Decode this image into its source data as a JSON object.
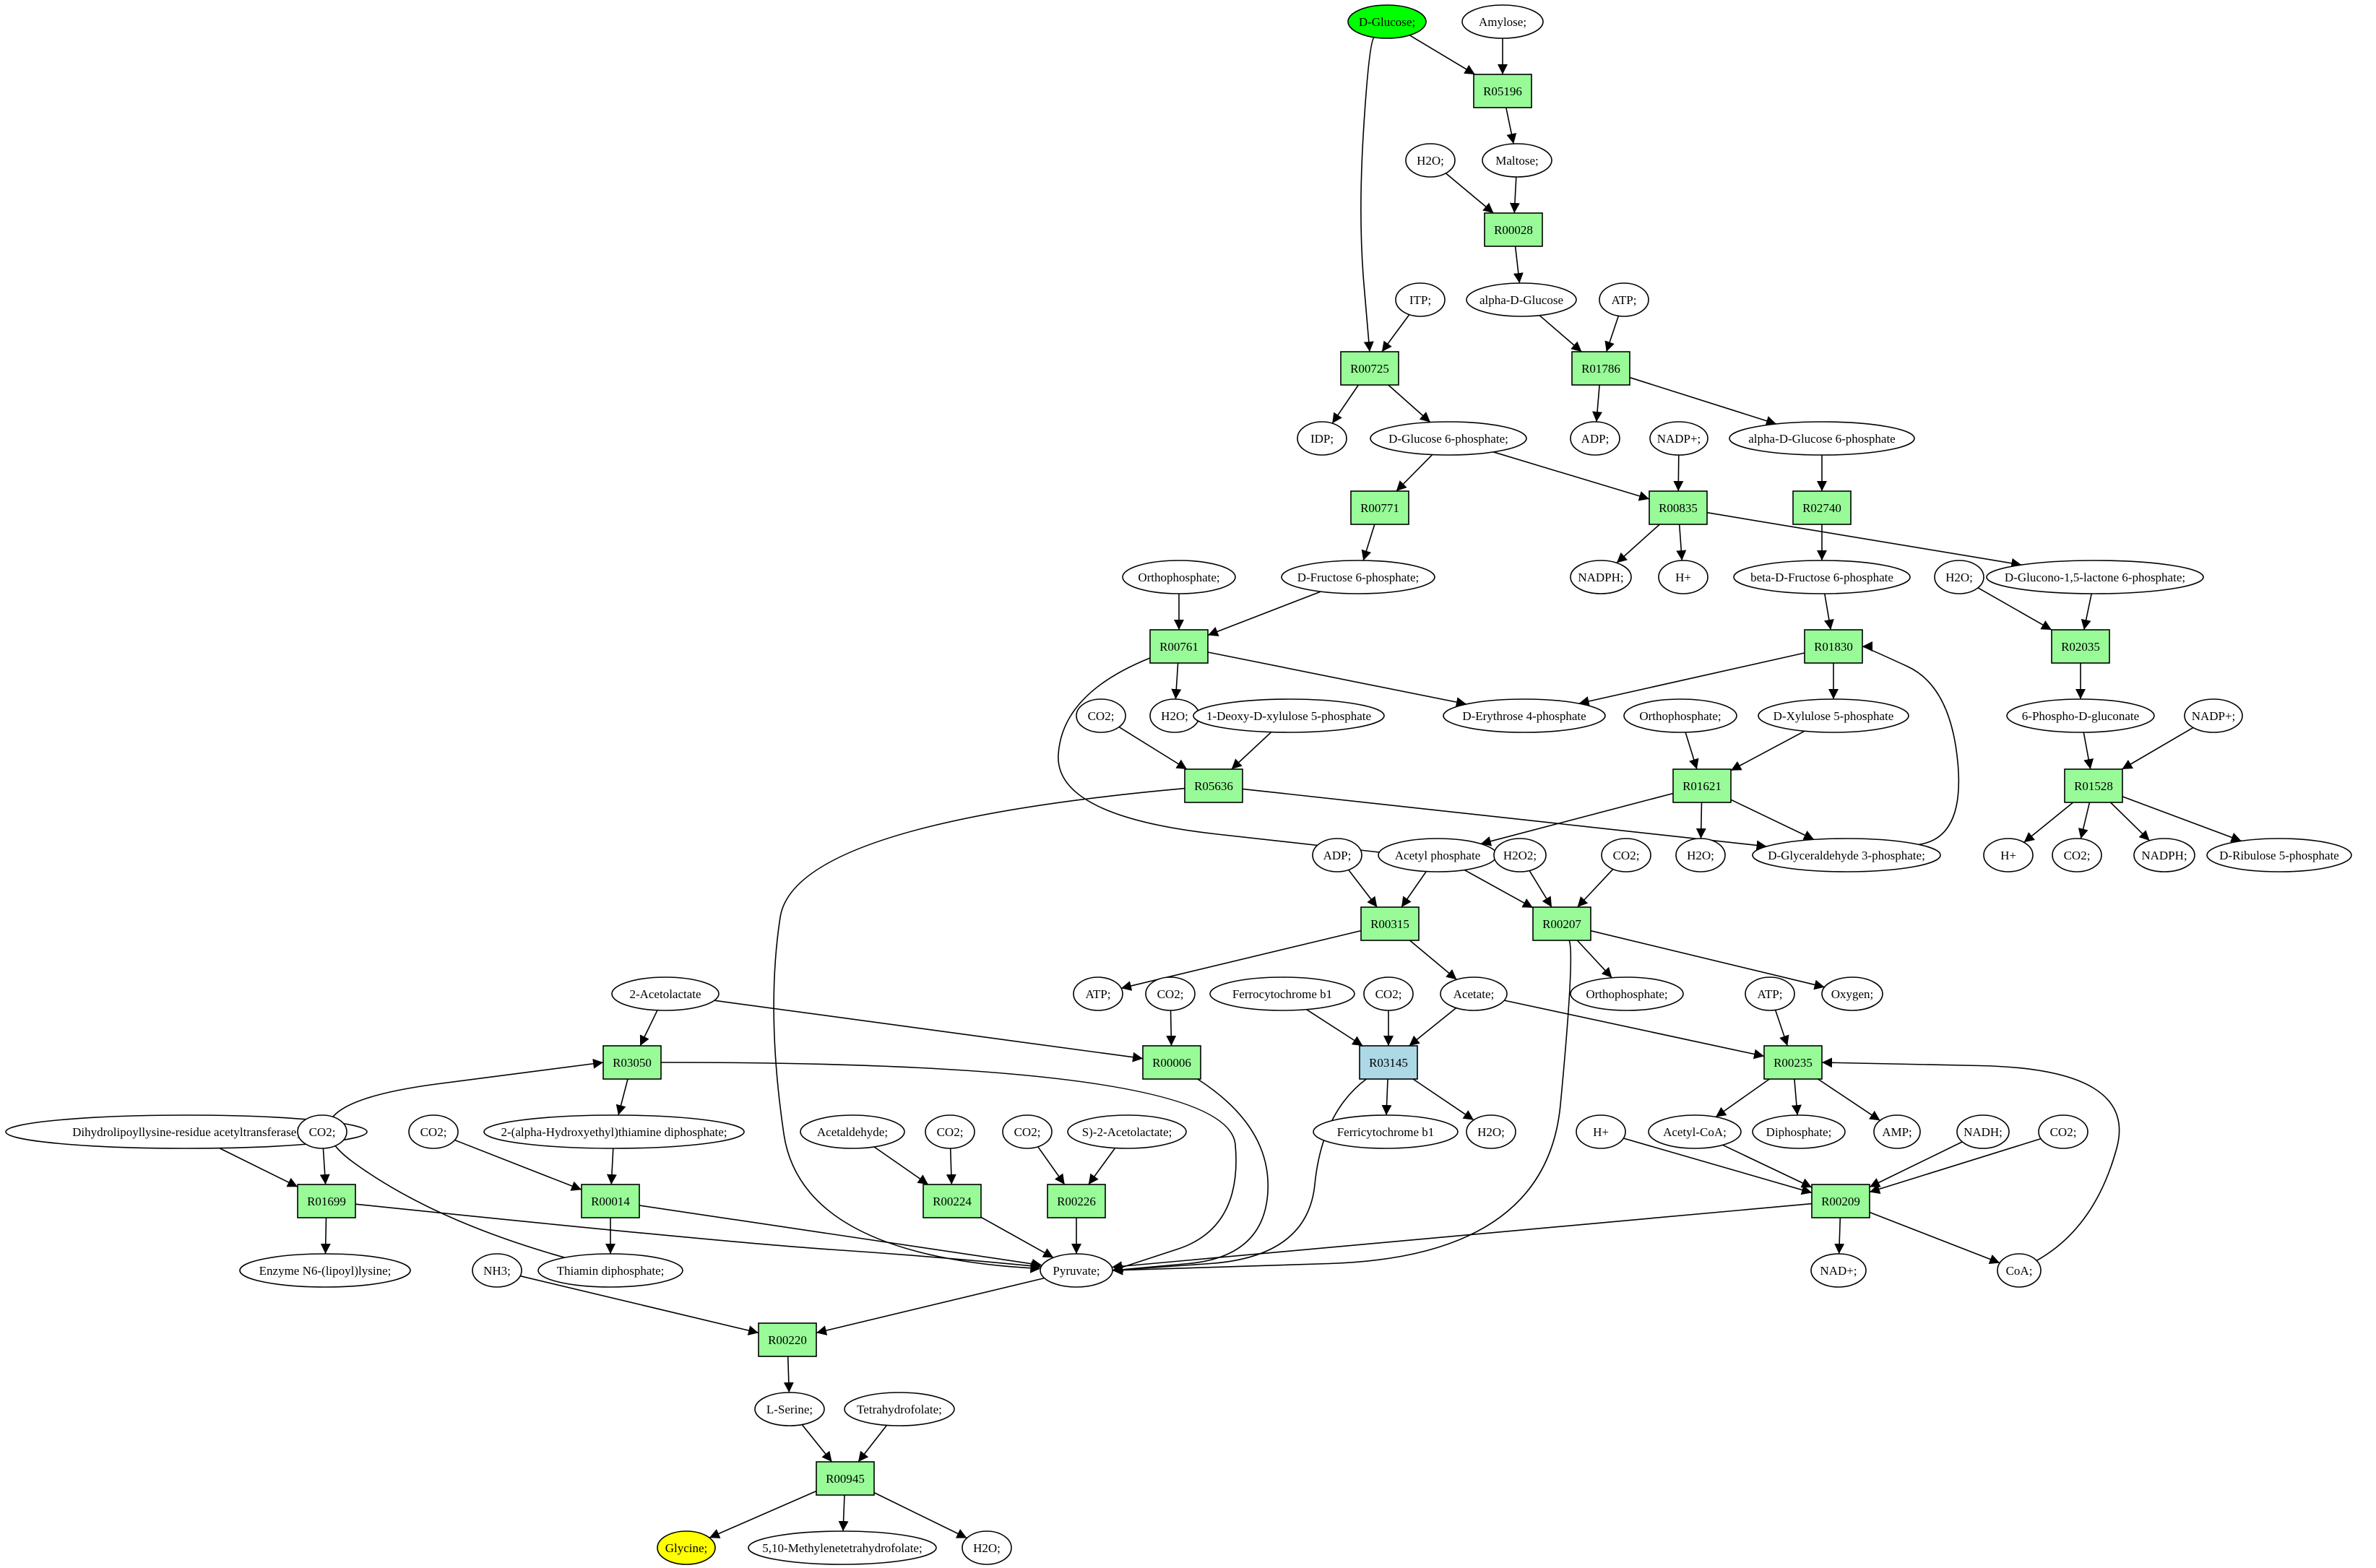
{
  "palette": {
    "reaction_fill": "#98fb98",
    "reaction_alt_fill": "#add8e6",
    "start_fill": "#00ff00",
    "target_fill": "#ffff00",
    "compound_fill": "#ffffff",
    "stroke": "#000000"
  },
  "nodes": [
    {
      "id": "c_dglucose",
      "label": "D-Glucose;",
      "kind": "compound",
      "role": "start"
    },
    {
      "id": "c_amylose",
      "label": "Amylose;",
      "kind": "compound"
    },
    {
      "id": "r_R05196",
      "label": "R05196",
      "kind": "reaction"
    },
    {
      "id": "c_h2o_a",
      "label": "H2O;",
      "kind": "compound"
    },
    {
      "id": "c_maltose",
      "label": "Maltose;",
      "kind": "compound"
    },
    {
      "id": "r_R00028",
      "label": "R00028",
      "kind": "reaction"
    },
    {
      "id": "c_itp",
      "label": "ITP;",
      "kind": "compound"
    },
    {
      "id": "c_alphadglucose",
      "label": "alpha-D-Glucose",
      "kind": "compound"
    },
    {
      "id": "c_atp_a",
      "label": "ATP;",
      "kind": "compound"
    },
    {
      "id": "r_R00725",
      "label": "R00725",
      "kind": "reaction"
    },
    {
      "id": "r_R01786",
      "label": "R01786",
      "kind": "reaction"
    },
    {
      "id": "c_idp",
      "label": "IDP;",
      "kind": "compound"
    },
    {
      "id": "c_g6p",
      "label": "D-Glucose 6-phosphate;",
      "kind": "compound"
    },
    {
      "id": "c_adp_a",
      "label": "ADP;",
      "kind": "compound"
    },
    {
      "id": "c_nadp_a",
      "label": "NADP+;",
      "kind": "compound"
    },
    {
      "id": "c_ag6p",
      "label": "alpha-D-Glucose 6-phosphate",
      "kind": "compound"
    },
    {
      "id": "r_R00771",
      "label": "R00771",
      "kind": "reaction"
    },
    {
      "id": "r_R00835",
      "label": "R00835",
      "kind": "reaction"
    },
    {
      "id": "r_R02740",
      "label": "R02740",
      "kind": "reaction"
    },
    {
      "id": "c_ortho_a",
      "label": "Orthophosphate;",
      "kind": "compound"
    },
    {
      "id": "c_f6p",
      "label": "D-Fructose 6-phosphate;",
      "kind": "compound"
    },
    {
      "id": "c_nadph_a",
      "label": "NADPH;",
      "kind": "compound"
    },
    {
      "id": "c_hplus_a",
      "label": "H+",
      "kind": "compound"
    },
    {
      "id": "c_bf6p",
      "label": "beta-D-Fructose 6-phosphate",
      "kind": "compound"
    },
    {
      "id": "c_h2o_b",
      "label": "H2O;",
      "kind": "compound"
    },
    {
      "id": "c_glucono",
      "label": "D-Glucono-1,5-lactone 6-phosphate;",
      "kind": "compound"
    },
    {
      "id": "r_R00761",
      "label": "R00761",
      "kind": "reaction"
    },
    {
      "id": "r_R01830",
      "label": "R01830",
      "kind": "reaction"
    },
    {
      "id": "r_R02035",
      "label": "R02035",
      "kind": "reaction"
    },
    {
      "id": "c_co2_a",
      "label": "CO2;",
      "kind": "compound"
    },
    {
      "id": "c_h2o_c",
      "label": "H2O;",
      "kind": "compound"
    },
    {
      "id": "c_deoxyx5p",
      "label": "1-Deoxy-D-xylulose 5-phosphate",
      "kind": "compound"
    },
    {
      "id": "c_e4p",
      "label": "D-Erythrose 4-phosphate",
      "kind": "compound"
    },
    {
      "id": "c_ortho_b",
      "label": "Orthophosphate;",
      "kind": "compound"
    },
    {
      "id": "c_x5p",
      "label": "D-Xylulose 5-phosphate",
      "kind": "compound"
    },
    {
      "id": "c_6pg",
      "label": "6-Phospho-D-gluconate",
      "kind": "compound"
    },
    {
      "id": "c_nadp_b",
      "label": "NADP+;",
      "kind": "compound"
    },
    {
      "id": "r_R05636",
      "label": "R05636",
      "kind": "reaction"
    },
    {
      "id": "r_R01621",
      "label": "R01621",
      "kind": "reaction"
    },
    {
      "id": "r_R01528",
      "label": "R01528",
      "kind": "reaction"
    },
    {
      "id": "c_adp_b",
      "label": "ADP;",
      "kind": "compound"
    },
    {
      "id": "c_acetylp",
      "label": "Acetyl phosphate",
      "kind": "compound"
    },
    {
      "id": "c_h2o2",
      "label": "H2O2;",
      "kind": "compound"
    },
    {
      "id": "c_co2_b",
      "label": "CO2;",
      "kind": "compound"
    },
    {
      "id": "c_h2o_d",
      "label": "H2O;",
      "kind": "compound"
    },
    {
      "id": "c_gap",
      "label": "D-Glyceraldehyde 3-phosphate;",
      "kind": "compound"
    },
    {
      "id": "c_hplus_b",
      "label": "H+",
      "kind": "compound"
    },
    {
      "id": "c_co2_c",
      "label": "CO2;",
      "kind": "compound"
    },
    {
      "id": "c_nadph_b",
      "label": "NADPH;",
      "kind": "compound"
    },
    {
      "id": "c_ribulose",
      "label": "D-Ribulose 5-phosphate",
      "kind": "compound"
    },
    {
      "id": "r_R00315",
      "label": "R00315",
      "kind": "reaction"
    },
    {
      "id": "r_R00207",
      "label": "R00207",
      "kind": "reaction"
    },
    {
      "id": "c_acetolactate",
      "label": "2-Acetolactate",
      "kind": "compound"
    },
    {
      "id": "c_atp_b",
      "label": "ATP;",
      "kind": "compound"
    },
    {
      "id": "c_co2_d",
      "label": "CO2;",
      "kind": "compound"
    },
    {
      "id": "c_ferro",
      "label": "Ferrocytochrome b1",
      "kind": "compound"
    },
    {
      "id": "c_co2_e",
      "label": "CO2;",
      "kind": "compound"
    },
    {
      "id": "c_acetate",
      "label": "Acetate;",
      "kind": "compound"
    },
    {
      "id": "c_ortho_c",
      "label": "Orthophosphate;",
      "kind": "compound"
    },
    {
      "id": "c_atp_c",
      "label": "ATP;",
      "kind": "compound"
    },
    {
      "id": "c_oxygen",
      "label": "Oxygen;",
      "kind": "compound"
    },
    {
      "id": "r_R03050",
      "label": "R03050",
      "kind": "reaction"
    },
    {
      "id": "r_R00006",
      "label": "R00006",
      "kind": "reaction"
    },
    {
      "id": "r_R03145",
      "label": "R03145",
      "kind": "reaction",
      "alt": true
    },
    {
      "id": "r_R00235",
      "label": "R00235",
      "kind": "reaction"
    },
    {
      "id": "c_dihydro",
      "label": "Dihydrolipoyllysine-residue acetyltransferase]",
      "kind": "compound"
    },
    {
      "id": "c_co2_f",
      "label": "CO2;",
      "kind": "compound"
    },
    {
      "id": "c_co2_g",
      "label": "CO2;",
      "kind": "compound"
    },
    {
      "id": "c_hetdp",
      "label": "2-(alpha-Hydroxyethyl)thiamine diphosphate;",
      "kind": "compound"
    },
    {
      "id": "c_acetaldehyde",
      "label": "Acetaldehyde;",
      "kind": "compound"
    },
    {
      "id": "c_co2_h",
      "label": "CO2;",
      "kind": "compound"
    },
    {
      "id": "c_co2_i",
      "label": "CO2;",
      "kind": "compound"
    },
    {
      "id": "c_sacetolactate",
      "label": "S)-2-Acetolactate;",
      "kind": "compound"
    },
    {
      "id": "c_ferri",
      "label": "Ferricytochrome b1",
      "kind": "compound"
    },
    {
      "id": "c_h2o_e",
      "label": "H2O;",
      "kind": "compound"
    },
    {
      "id": "c_hplus_c",
      "label": "H+",
      "kind": "compound"
    },
    {
      "id": "c_acetylcoa",
      "label": "Acetyl-CoA;",
      "kind": "compound"
    },
    {
      "id": "c_diphosphate",
      "label": "Diphosphate;",
      "kind": "compound"
    },
    {
      "id": "c_amp",
      "label": "AMP;",
      "kind": "compound"
    },
    {
      "id": "c_nadh",
      "label": "NADH;",
      "kind": "compound"
    },
    {
      "id": "c_co2_j",
      "label": "CO2;",
      "kind": "compound"
    },
    {
      "id": "r_R01699",
      "label": "R01699",
      "kind": "reaction"
    },
    {
      "id": "r_R00014",
      "label": "R00014",
      "kind": "reaction"
    },
    {
      "id": "r_R00224",
      "label": "R00224",
      "kind": "reaction"
    },
    {
      "id": "r_R00226",
      "label": "R00226",
      "kind": "reaction"
    },
    {
      "id": "r_R00209",
      "label": "R00209",
      "kind": "reaction"
    },
    {
      "id": "c_enzyme",
      "label": "Enzyme N6-(lipoyl)lysine;",
      "kind": "compound"
    },
    {
      "id": "c_nh3",
      "label": "NH3;",
      "kind": "compound"
    },
    {
      "id": "c_tdp",
      "label": "Thiamin diphosphate;",
      "kind": "compound"
    },
    {
      "id": "c_pyruvate",
      "label": "Pyruvate;",
      "kind": "compound"
    },
    {
      "id": "c_nad",
      "label": "NAD+;",
      "kind": "compound"
    },
    {
      "id": "c_coa",
      "label": "CoA;",
      "kind": "compound"
    },
    {
      "id": "r_R00220",
      "label": "R00220",
      "kind": "reaction"
    },
    {
      "id": "c_lserine",
      "label": "L-Serine;",
      "kind": "compound"
    },
    {
      "id": "c_thf",
      "label": "Tetrahydrofolate;",
      "kind": "compound"
    },
    {
      "id": "r_R00945",
      "label": "R00945",
      "kind": "reaction"
    },
    {
      "id": "c_glycine",
      "label": "Glycine;",
      "kind": "compound",
      "role": "target"
    },
    {
      "id": "c_methylene",
      "label": "5,10-Methylenetetrahydrofolate;",
      "kind": "compound"
    },
    {
      "id": "c_h2o_f",
      "label": "H2O;",
      "kind": "compound"
    }
  ],
  "edges": [
    [
      "c_dglucose",
      "r_R05196"
    ],
    [
      "c_amylose",
      "r_R05196"
    ],
    [
      "r_R05196",
      "c_maltose"
    ],
    [
      "c_h2o_a",
      "r_R00028"
    ],
    [
      "c_maltose",
      "r_R00028"
    ],
    [
      "r_R00028",
      "c_alphadglucose"
    ],
    [
      "c_dglucose",
      "r_R00725"
    ],
    [
      "c_itp",
      "r_R00725"
    ],
    [
      "r_R00725",
      "c_idp"
    ],
    [
      "r_R00725",
      "c_g6p"
    ],
    [
      "c_alphadglucose",
      "r_R01786"
    ],
    [
      "c_atp_a",
      "r_R01786"
    ],
    [
      "r_R01786",
      "c_adp_a"
    ],
    [
      "r_R01786",
      "c_ag6p"
    ],
    [
      "c_g6p",
      "r_R00771"
    ],
    [
      "r_R00771",
      "c_f6p"
    ],
    [
      "c_g6p",
      "r_R00835"
    ],
    [
      "c_nadp_a",
      "r_R00835"
    ],
    [
      "r_R00835",
      "c_nadph_a"
    ],
    [
      "r_R00835",
      "c_hplus_a"
    ],
    [
      "r_R00835",
      "c_glucono"
    ],
    [
      "c_ag6p",
      "r_R02740"
    ],
    [
      "r_R02740",
      "c_bf6p"
    ],
    [
      "c_ortho_a",
      "r_R00761"
    ],
    [
      "c_f6p",
      "r_R00761"
    ],
    [
      "r_R00761",
      "c_h2o_c"
    ],
    [
      "r_R00761",
      "c_e4p"
    ],
    [
      "r_R00761",
      "c_acetylp"
    ],
    [
      "c_bf6p",
      "r_R01830"
    ],
    [
      "c_gap",
      "r_R01830"
    ],
    [
      "r_R01830",
      "c_e4p"
    ],
    [
      "r_R01830",
      "c_x5p"
    ],
    [
      "c_h2o_b",
      "r_R02035"
    ],
    [
      "c_glucono",
      "r_R02035"
    ],
    [
      "r_R02035",
      "c_6pg"
    ],
    [
      "c_co2_a",
      "r_R05636"
    ],
    [
      "c_deoxyx5p",
      "r_R05636"
    ],
    [
      "r_R05636",
      "c_gap"
    ],
    [
      "r_R05636",
      "c_pyruvate"
    ],
    [
      "c_ortho_b",
      "r_R01621"
    ],
    [
      "c_x5p",
      "r_R01621"
    ],
    [
      "r_R01621",
      "c_acetylp"
    ],
    [
      "r_R01621",
      "c_h2o_d"
    ],
    [
      "r_R01621",
      "c_gap"
    ],
    [
      "c_6pg",
      "r_R01528"
    ],
    [
      "c_nadp_b",
      "r_R01528"
    ],
    [
      "r_R01528",
      "c_hplus_b"
    ],
    [
      "r_R01528",
      "c_co2_c"
    ],
    [
      "r_R01528",
      "c_nadph_b"
    ],
    [
      "r_R01528",
      "c_ribulose"
    ],
    [
      "c_adp_b",
      "r_R00315"
    ],
    [
      "c_acetylp",
      "r_R00315"
    ],
    [
      "r_R00315",
      "c_atp_b"
    ],
    [
      "r_R00315",
      "c_acetate"
    ],
    [
      "c_acetylp",
      "r_R00207"
    ],
    [
      "c_h2o2",
      "r_R00207"
    ],
    [
      "c_co2_b",
      "r_R00207"
    ],
    [
      "r_R00207",
      "c_ortho_c"
    ],
    [
      "r_R00207",
      "c_oxygen"
    ],
    [
      "r_R00207",
      "c_pyruvate"
    ],
    [
      "c_acetolactate",
      "r_R03050"
    ],
    [
      "c_acetolactate",
      "r_R00006"
    ],
    [
      "r_R03050",
      "c_hetdp"
    ],
    [
      "r_R03050",
      "c_pyruvate"
    ],
    [
      "c_co2_d",
      "r_R00006"
    ],
    [
      "r_R00006",
      "c_pyruvate"
    ],
    [
      "c_ferro",
      "r_R03145"
    ],
    [
      "c_co2_e",
      "r_R03145"
    ],
    [
      "c_acetate",
      "r_R03145"
    ],
    [
      "r_R03145",
      "c_ferri"
    ],
    [
      "r_R03145",
      "c_h2o_e"
    ],
    [
      "r_R03145",
      "c_pyruvate"
    ],
    [
      "c_acetate",
      "r_R00235"
    ],
    [
      "c_atp_c",
      "r_R00235"
    ],
    [
      "c_coa",
      "r_R00235"
    ],
    [
      "r_R00235",
      "c_acetylcoa"
    ],
    [
      "r_R00235",
      "c_diphosphate"
    ],
    [
      "r_R00235",
      "c_amp"
    ],
    [
      "c_dihydro",
      "r_R01699"
    ],
    [
      "c_co2_f",
      "r_R01699"
    ],
    [
      "r_R01699",
      "c_enzyme"
    ],
    [
      "r_R01699",
      "c_pyruvate"
    ],
    [
      "c_co2_g",
      "r_R00014"
    ],
    [
      "c_hetdp",
      "r_R00014"
    ],
    [
      "r_R00014",
      "c_tdp"
    ],
    [
      "r_R00014",
      "c_pyruvate"
    ],
    [
      "c_tdp",
      "r_R03050"
    ],
    [
      "c_acetaldehyde",
      "r_R00224"
    ],
    [
      "c_co2_h",
      "r_R00224"
    ],
    [
      "r_R00224",
      "c_pyruvate"
    ],
    [
      "c_co2_i",
      "r_R00226"
    ],
    [
      "c_sacetolactate",
      "r_R00226"
    ],
    [
      "r_R00226",
      "c_pyruvate"
    ],
    [
      "c_hplus_c",
      "r_R00209"
    ],
    [
      "c_acetylcoa",
      "r_R00209"
    ],
    [
      "c_nadh",
      "r_R00209"
    ],
    [
      "c_co2_j",
      "r_R00209"
    ],
    [
      "r_R00209",
      "c_nad"
    ],
    [
      "r_R00209",
      "c_coa"
    ],
    [
      "r_R00209",
      "c_pyruvate"
    ],
    [
      "c_nh3",
      "r_R00220"
    ],
    [
      "c_pyruvate",
      "r_R00220"
    ],
    [
      "r_R00220",
      "c_lserine"
    ],
    [
      "c_lserine",
      "r_R00945"
    ],
    [
      "c_thf",
      "r_R00945"
    ],
    [
      "r_R00945",
      "c_glycine"
    ],
    [
      "r_R00945",
      "c_methylene"
    ],
    [
      "r_R00945",
      "c_h2o_f"
    ]
  ]
}
